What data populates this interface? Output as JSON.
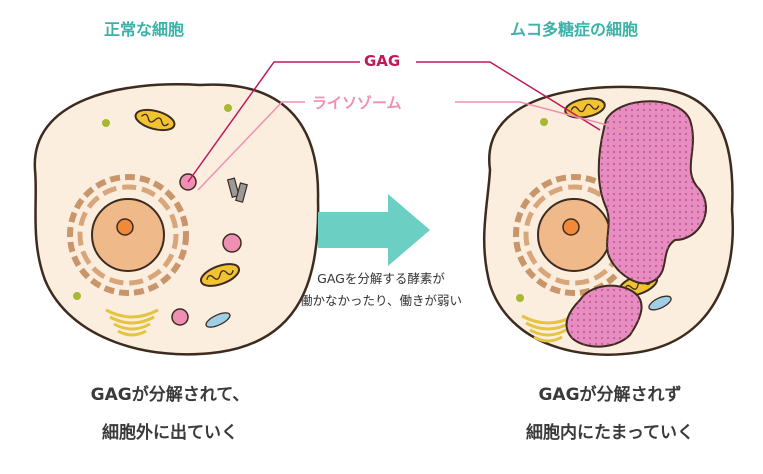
{
  "left_cell": {
    "title": "正常な細胞",
    "caption_line1": "GAGが分解されて、",
    "caption_line2": "細胞外に出ていく"
  },
  "right_cell": {
    "title": "ムコ多糖症の細胞",
    "caption_line1": "GAGが分解されず",
    "caption_line2": "細胞内にたまっていく"
  },
  "callouts": {
    "gag": "GAG",
    "lysosome": "ライソゾーム"
  },
  "arrow_note": {
    "line1": "GAGを分解する酵素が",
    "line2": "働かなかったり、働きが弱い"
  },
  "colors": {
    "title_teal": "#3bb2a8",
    "gag_magenta": "#c2185b",
    "lysosome_pink": "#f08fb0",
    "cytoplasm": "#fbeede",
    "outline": "#3d2b1f",
    "nucleus": "#efb98a",
    "arrow": "#6ccfc3",
    "accumulation": "#e88dc1"
  }
}
